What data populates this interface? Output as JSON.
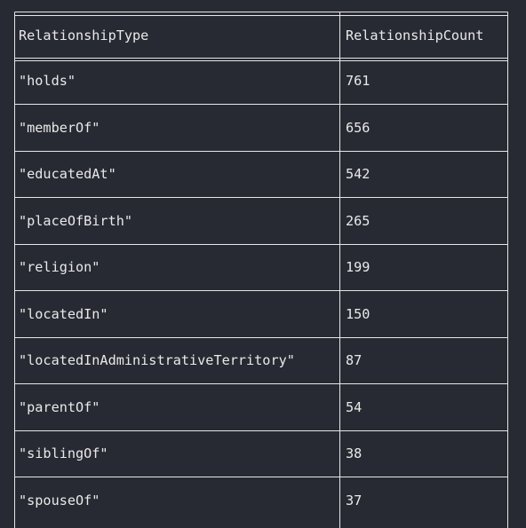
{
  "table": {
    "headers": [
      "RelationshipType",
      "RelationshipCount"
    ],
    "rows": [
      {
        "type": "\"holds\"",
        "count": "761"
      },
      {
        "type": "\"memberOf\"",
        "count": "656"
      },
      {
        "type": "\"educatedAt\"",
        "count": "542"
      },
      {
        "type": "\"placeOfBirth\"",
        "count": "265"
      },
      {
        "type": "\"religion\"",
        "count": "199"
      },
      {
        "type": "\"locatedIn\"",
        "count": "150"
      },
      {
        "type": "\"locatedInAdministrativeTerritory\"",
        "count": "87"
      },
      {
        "type": "\"parentOf\"",
        "count": "54"
      },
      {
        "type": "\"siblingOf\"",
        "count": "38"
      },
      {
        "type": "\"spouseOf\"",
        "count": "37"
      }
    ]
  },
  "colors": {
    "background": "#282a33",
    "text": "#e9e9e9",
    "border": "#e7e7e7"
  }
}
